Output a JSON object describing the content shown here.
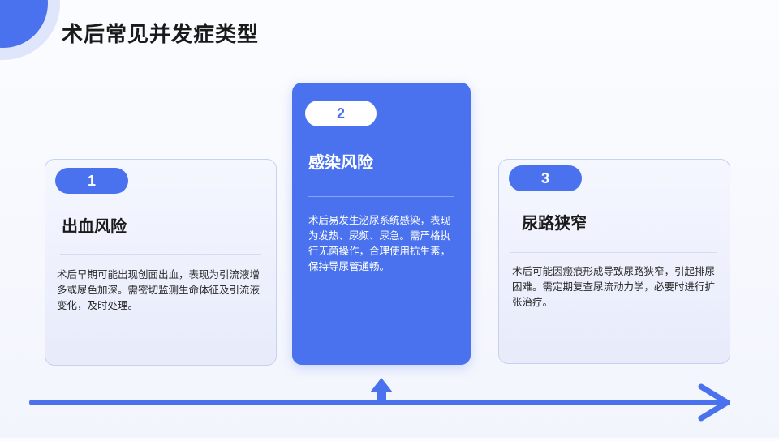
{
  "page": {
    "title": "术后常见并发症类型"
  },
  "colors": {
    "accent": "#4a72ee",
    "card_light_bg": "#eef1fc",
    "card_border": "#c7d1f0",
    "text_dark": "#1a1a1a"
  },
  "cards": [
    {
      "number": "1",
      "title": "出血风险",
      "body": "术后早期可能出现创面出血，表现为引流液增多或尿色加深。需密切监测生命体征及引流液变化，及时处理。"
    },
    {
      "number": "2",
      "title": "感染风险",
      "body": "术后易发生泌尿系统感染，表现为发热、尿频、尿急。需严格执行无菌操作，合理使用抗生素，保持导尿管通畅。"
    },
    {
      "number": "3",
      "title": "尿路狭窄",
      "body": "术后可能因瘢痕形成导致尿路狭窄，引起排尿困难。需定期复查尿流动力学，必要时进行扩张治疗。"
    }
  ],
  "icons": {
    "timeline": "right-arrow-icon",
    "marker": "up-arrow-icon"
  }
}
